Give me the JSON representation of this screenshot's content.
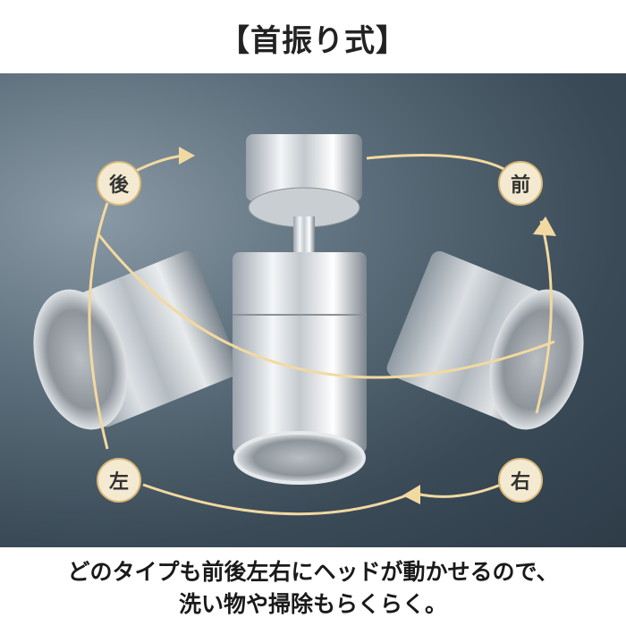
{
  "title": "【首振り式】",
  "directions": {
    "back": "後",
    "front": "前",
    "left": "左",
    "right": "右"
  },
  "caption": {
    "line1": "どのタイプも前後左右にヘッドが動かせるので、",
    "line2": "洗い物や掃除もらくらく。"
  },
  "colors": {
    "arrow": "#f2d9a0",
    "badge_border": "#d9b877"
  }
}
